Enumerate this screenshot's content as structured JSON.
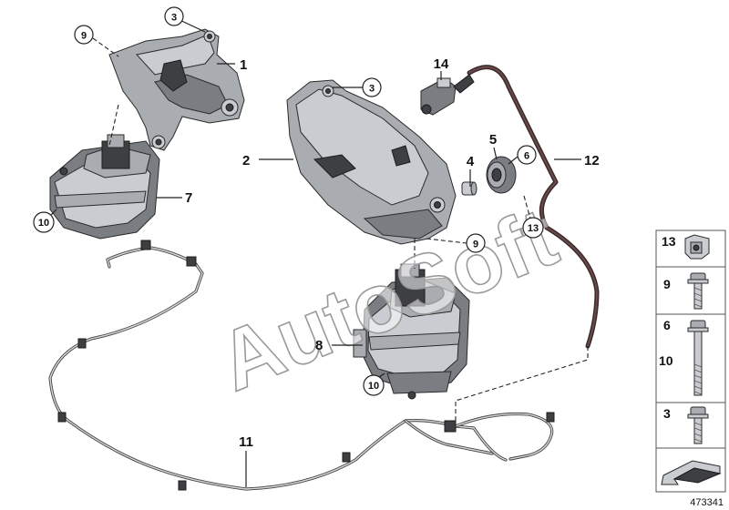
{
  "diagram": {
    "callouts": [
      {
        "id": "c1",
        "text": "1"
      },
      {
        "id": "c2",
        "text": "2"
      },
      {
        "id": "c3a",
        "text": "3"
      },
      {
        "id": "c3b",
        "text": "3"
      },
      {
        "id": "c4",
        "text": "4"
      },
      {
        "id": "c5",
        "text": "5"
      },
      {
        "id": "c6",
        "text": "6"
      },
      {
        "id": "c7",
        "text": "7"
      },
      {
        "id": "c8",
        "text": "8"
      },
      {
        "id": "c9a",
        "text": "9"
      },
      {
        "id": "c9b",
        "text": "9"
      },
      {
        "id": "c10a",
        "text": "10"
      },
      {
        "id": "c10b",
        "text": "10"
      },
      {
        "id": "c11",
        "text": "11"
      },
      {
        "id": "c12",
        "text": "12"
      },
      {
        "id": "c13",
        "text": "13"
      },
      {
        "id": "c14",
        "text": "14"
      }
    ],
    "watermark": "AutoSoft",
    "legend": {
      "rows": [
        {
          "nums": [
            "13"
          ],
          "icon": "clip-nut-icon"
        },
        {
          "nums": [
            "9"
          ],
          "icon": "flange-bolt-icon"
        },
        {
          "nums": [
            "6",
            "10"
          ],
          "icon": "long-bolt-icon"
        },
        {
          "nums": [
            "3"
          ],
          "icon": "short-bolt-icon"
        }
      ],
      "arrow_icon": "view-arrow-icon"
    },
    "diagram_number": "473341"
  }
}
